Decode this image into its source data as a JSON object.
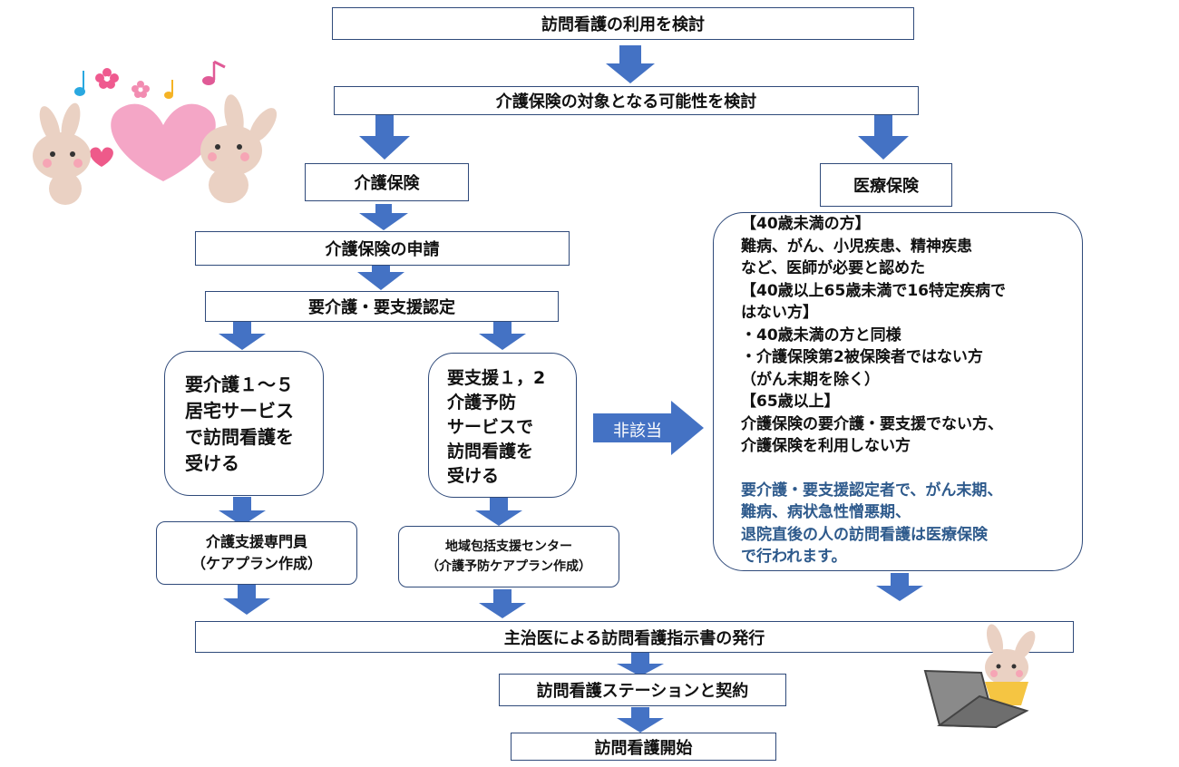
{
  "nodes": {
    "consider_use": "訪問看護の利用を検討",
    "consider_coverage": "介護保険の対象となる可能性を検討",
    "ltc_insurance": "介護保険",
    "medical_insurance": "医療保険",
    "ltc_application": "介護保険の申請",
    "certification": "要介護・要支援認定",
    "care_1_5": [
      "要介護１～５",
      "居宅サービス",
      "で訪問看護を",
      "受ける"
    ],
    "support_1_2": [
      "要支援１，2",
      "介護予防",
      "サービスで",
      "訪問看護を",
      "受ける"
    ],
    "care_manager": [
      "介護支援専門員",
      "（ケアプラン作成）"
    ],
    "support_center": [
      "地域包括支援センター",
      "（介護予防ケアプラン作成）"
    ],
    "doctor_instruction": "主治医による訪問看護指示書の発行",
    "contract": "訪問看護ステーションと契約",
    "start": "訪問看護開始"
  },
  "not_applicable_label": "非該当",
  "medical_conditions": {
    "lines": [
      "【40歳未満の方】",
      "難病、がん、小児疾患、精神疾患",
      "など、医師が必要と認めた",
      "【40歳以上65歳未満で16特定疾病で",
      "はない方】",
      "・40歳未満の方と同様",
      "・介護保険第2被保険者ではない方",
      "（がん末期を除く）",
      "【65歳以上】",
      "介護保険の要介護・要支援でない方、",
      "介護保険を利用しない方"
    ],
    "note_lines": [
      "要介護・要支援認定者で、がん末期、",
      "難病、病状急性憎悪期、",
      "退院直後の人の訪問看護は医療保険",
      "で行われます。"
    ]
  },
  "colors": {
    "arrow": "#4472c4",
    "border": "#2f4a7a",
    "note_text": "#2e5a8c"
  }
}
